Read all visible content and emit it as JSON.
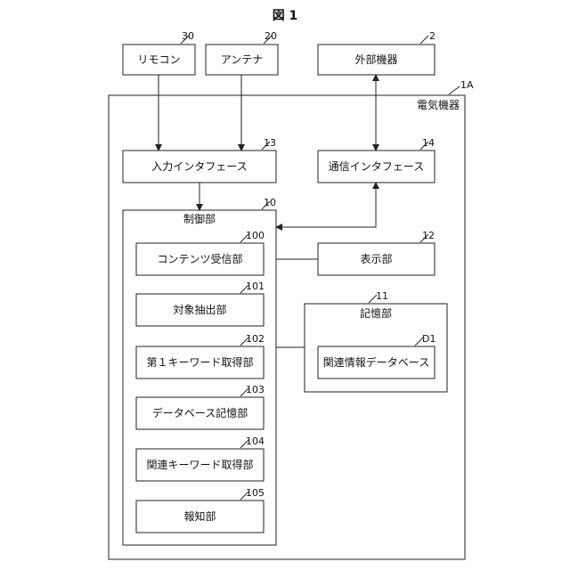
{
  "figure": {
    "title": "図 1"
  },
  "blocks": {
    "remocon": {
      "label": "リモコン",
      "ref": "30"
    },
    "antenna": {
      "label": "アンテナ",
      "ref": "20"
    },
    "external": {
      "label": "外部機器",
      "ref": "2"
    },
    "device": {
      "label": "電気機器",
      "ref": "1A"
    },
    "input_if": {
      "label": "入力インタフェース",
      "ref": "13"
    },
    "comm_if": {
      "label": "通信インタフェース",
      "ref": "14"
    },
    "control": {
      "label": "制御部",
      "ref": "10"
    },
    "content_recv": {
      "label": "コンテンツ受信部",
      "ref": "100"
    },
    "display": {
      "label": "表示部",
      "ref": "12"
    },
    "object_extract": {
      "label": "対象抽出部",
      "ref": "101"
    },
    "storage": {
      "label": "記憶部",
      "ref": "11"
    },
    "kw1_acquire": {
      "label": "第１キーワード取得部",
      "ref": "102"
    },
    "related_db": {
      "label": "関連情報データベース",
      "ref": "D1"
    },
    "db_storage": {
      "label": "データベース記憶部",
      "ref": "103"
    },
    "related_kw": {
      "label": "関連キーワード取得部",
      "ref": "104"
    },
    "notify": {
      "label": "報知部",
      "ref": "105"
    }
  }
}
